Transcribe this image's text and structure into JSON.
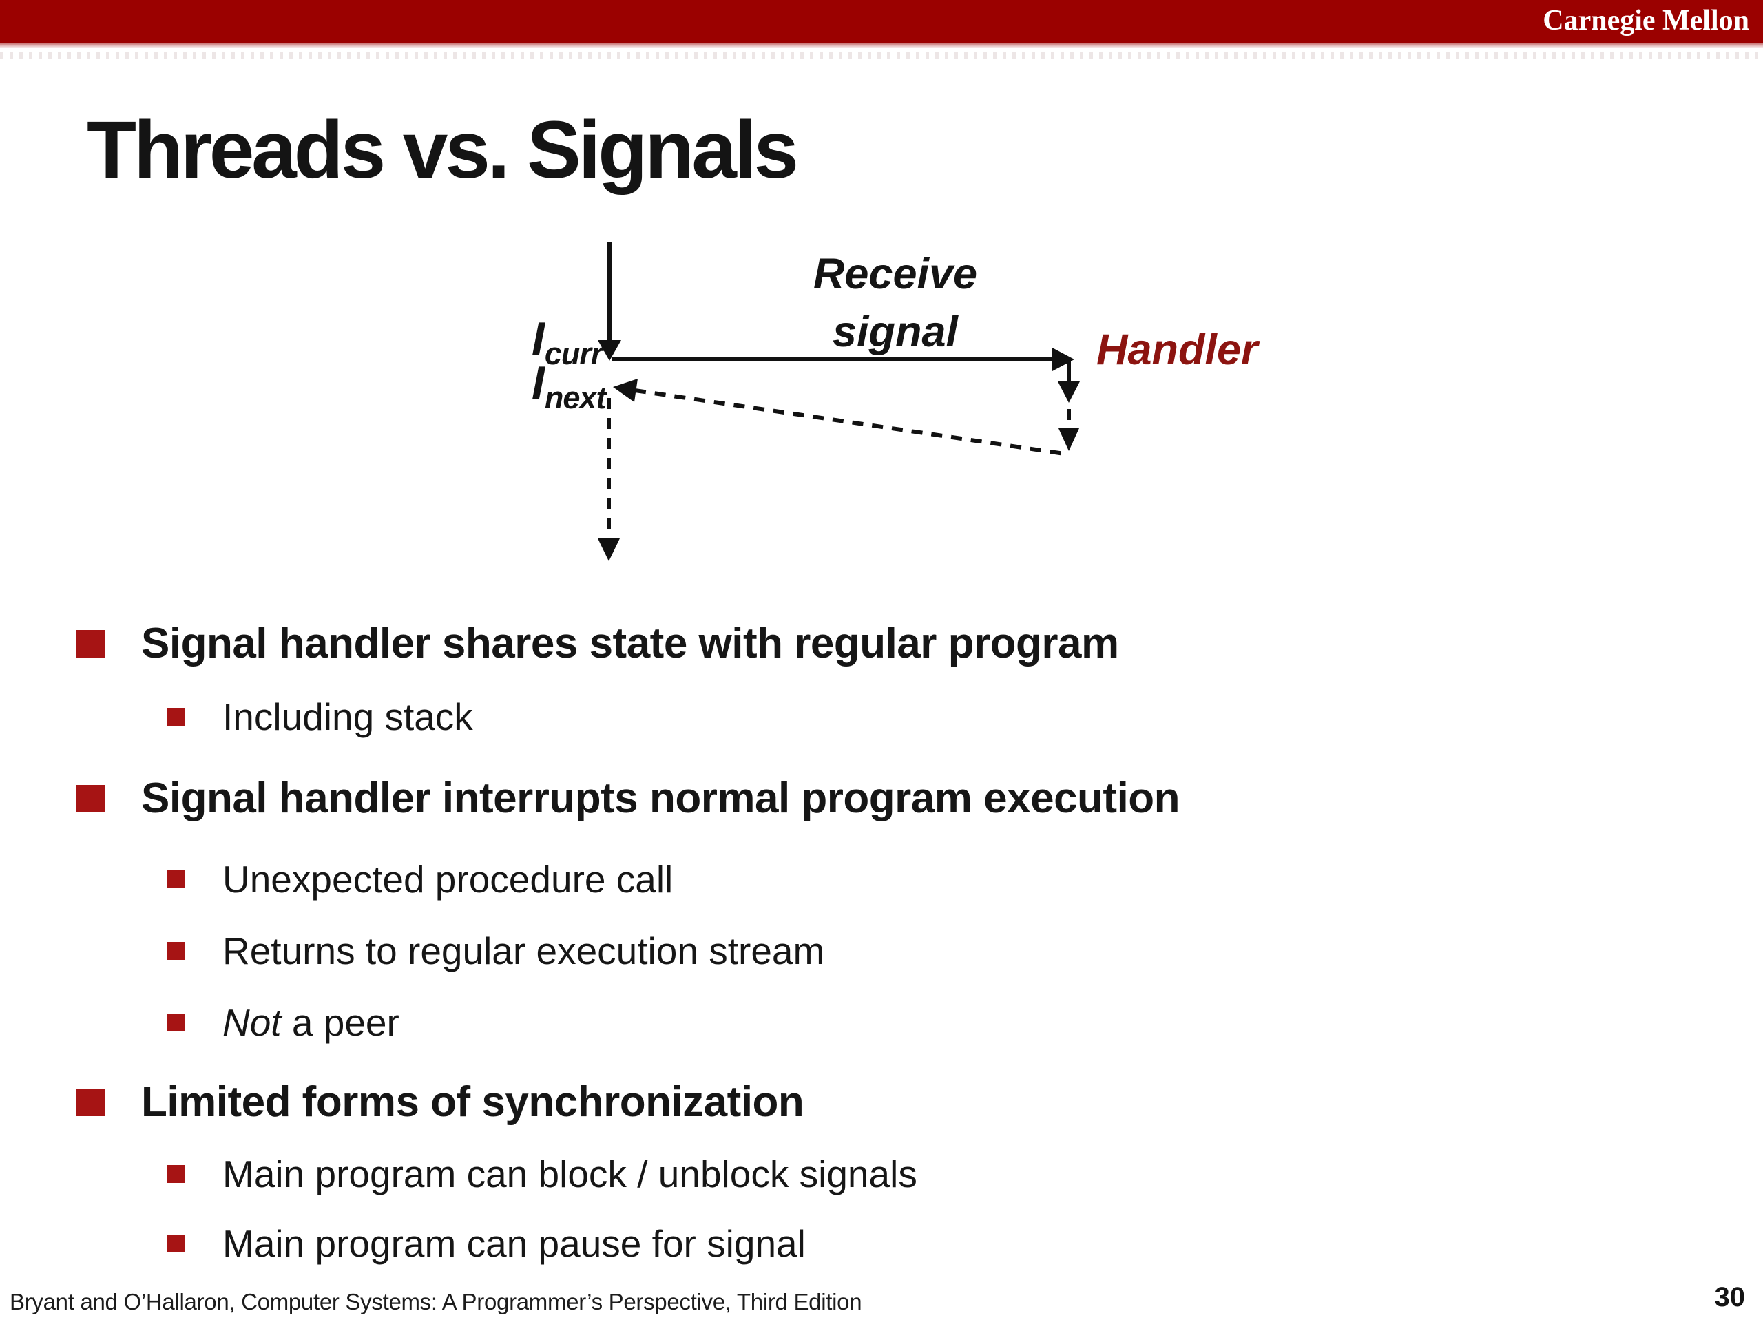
{
  "header": {
    "brand": "Carnegie Mellon",
    "bar_color": "#9B0100"
  },
  "title": "Threads vs. Signals",
  "diagram": {
    "i_curr": {
      "main": "I",
      "sub": "curr"
    },
    "i_next": {
      "main": "I",
      "sub": "next"
    },
    "receive_line1": "Receive",
    "receive_line2": "signal",
    "handler_label": "Handler",
    "handler_color": "#8C1410",
    "arrow_color": "#111111"
  },
  "bullets": {
    "accent_color": "#A61414",
    "items": [
      {
        "level": 1,
        "text": "Signal handler shares state with regular program"
      },
      {
        "level": 2,
        "text": "Including stack"
      },
      {
        "level": 1,
        "text": "Signal handler interrupts normal program execution"
      },
      {
        "level": 2,
        "text": "Unexpected procedure call"
      },
      {
        "level": 2,
        "text": "Returns to regular execution stream"
      },
      {
        "level": 2,
        "prefix_italic": "Not",
        "text": " a peer"
      },
      {
        "level": 1,
        "text": "Limited forms of synchronization"
      },
      {
        "level": 2,
        "text": "Main program can block / unblock signals"
      },
      {
        "level": 2,
        "text": "Main program can pause for signal"
      }
    ]
  },
  "footer": {
    "citation": "Bryant and O’Hallaron, Computer Systems: A Programmer’s Perspective, Third Edition",
    "page_number": "30"
  }
}
